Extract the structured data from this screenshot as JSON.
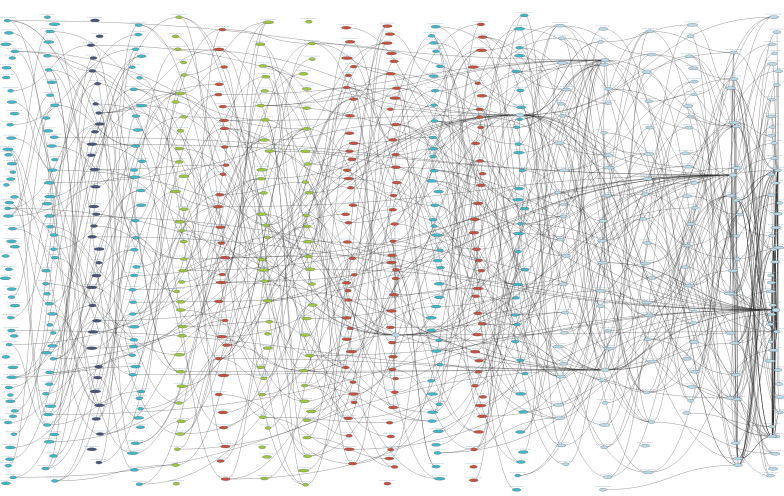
{
  "graph": {
    "type": "layered-dependency-graph",
    "background": "#ffffff",
    "edge_color": "#2b2b2b",
    "node_colors": {
      "cyan": "#3fb8c9",
      "green": "#9dc63f",
      "red": "#c4523f",
      "navy": "#47557a",
      "light": "#b9dbe8"
    },
    "layers": [
      {
        "id": "col-1",
        "color": "cyan",
        "count": 52
      },
      {
        "id": "col-2",
        "color": "cyan",
        "count": 44
      },
      {
        "id": "col-3",
        "color": "navy",
        "count": 34
      },
      {
        "id": "col-4",
        "color": "cyan",
        "count": 40
      },
      {
        "id": "col-5",
        "color": "green",
        "count": 36
      },
      {
        "id": "col-6",
        "color": "red",
        "count": 34
      },
      {
        "id": "col-7",
        "color": "green",
        "count": 30
      },
      {
        "id": "col-8",
        "color": "green",
        "count": 30
      },
      {
        "id": "col-9",
        "color": "red",
        "count": 36
      },
      {
        "id": "col-10",
        "color": "red",
        "count": 40
      },
      {
        "id": "col-11",
        "color": "cyan",
        "count": 42
      },
      {
        "id": "col-12",
        "color": "red",
        "count": 38
      },
      {
        "id": "col-13",
        "color": "cyan",
        "count": 34
      },
      {
        "id": "col-14",
        "color": "light",
        "count": 24
      },
      {
        "id": "col-15",
        "color": "light",
        "count": 22
      },
      {
        "id": "col-16",
        "color": "light",
        "count": 22
      },
      {
        "id": "col-17",
        "color": "light",
        "count": 26
      },
      {
        "id": "col-18",
        "color": "light",
        "count": 14
      },
      {
        "id": "col-19",
        "color": "light",
        "count": 40
      },
      {
        "id": "col-20",
        "color": "light",
        "count": 8
      },
      {
        "id": "col-21",
        "color": "light",
        "count": 4
      }
    ],
    "hubs": [
      {
        "id": "hub-a",
        "color": "light"
      },
      {
        "id": "hub-b",
        "color": "light"
      },
      {
        "id": "hub-c",
        "color": "light"
      },
      {
        "id": "hub-d",
        "color": "light"
      },
      {
        "id": "hub-e",
        "color": "light"
      },
      {
        "id": "hub-f",
        "color": "light"
      }
    ],
    "edge_count": 900
  }
}
